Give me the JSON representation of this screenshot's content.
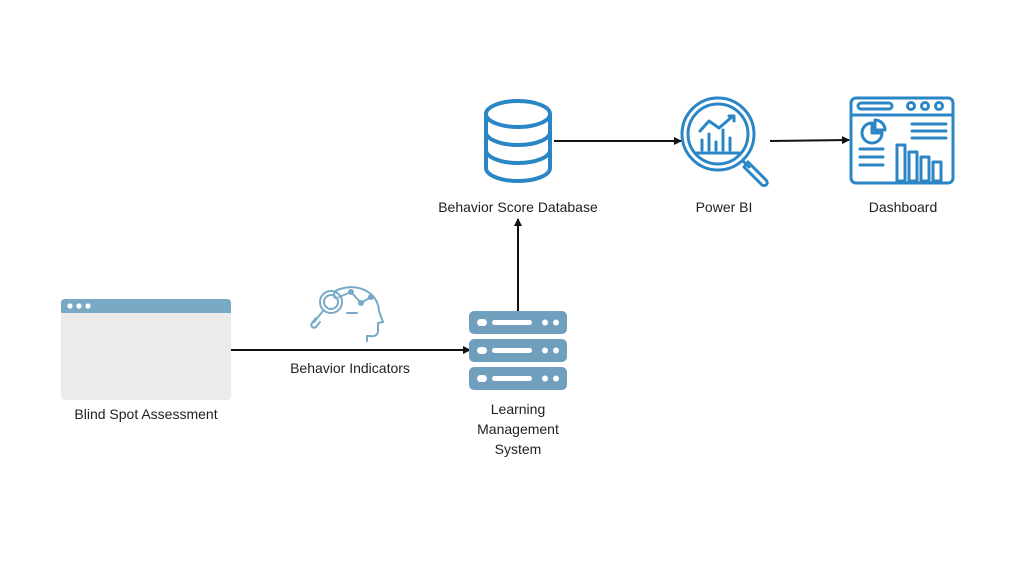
{
  "colors": {
    "accent": "#2b86c5",
    "accent_light": "#78aac6",
    "window_body": "#ebebeb",
    "server": "#6f9fbd",
    "arrow": "#111111",
    "text": "#1f1f1f"
  },
  "nodes": {
    "assessment": {
      "label": "Blind Spot Assessment",
      "icon": "browser-window-icon"
    },
    "indicators": {
      "label": "Behavior Indicators",
      "icon": "head-magnifier-icon"
    },
    "lms": {
      "label_lines": [
        "Learning",
        "Management",
        "System"
      ],
      "icon": "server-stack-icon"
    },
    "database": {
      "label": "Behavior Score Database",
      "icon": "database-icon"
    },
    "powerbi": {
      "label": "Power BI",
      "icon": "chart-magnifier-icon"
    },
    "dashboard": {
      "label": "Dashboard",
      "icon": "dashboard-icon"
    }
  }
}
